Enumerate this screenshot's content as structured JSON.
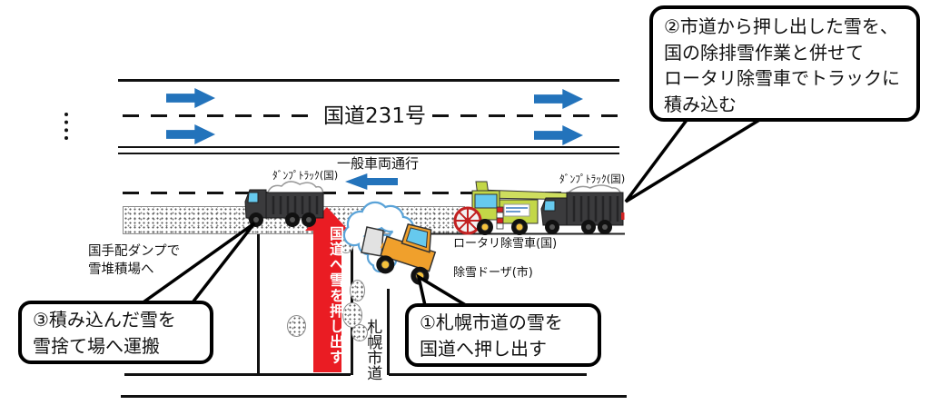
{
  "road": {
    "name": "国道231号",
    "general_traffic": "一般車両通行",
    "city_road": "札幌市道"
  },
  "labels": {
    "dump_truck_left": "ﾀﾞﾝﾌﾟﾄﾗｯｸ(国)",
    "dump_truck_right": "ﾀﾞﾝﾌﾟﾄﾗｯｸ(国)",
    "rotary_plow": "ロータリ除雪車(国)",
    "snow_dozer": "除雪ドーザ(市)",
    "haul_note_line1": "国手配ダンプで",
    "haul_note_line2": "雪堆積場へ",
    "red_arrow_text": "国道へ雪を押し出す"
  },
  "callouts": {
    "step1": {
      "line1": "①札幌市道の雪を",
      "line2": "国道へ押し出す"
    },
    "step2": {
      "line1": "②市道から押し出した雪を、",
      "line2": "国の除排雪作業と併せて",
      "line3": "ロータリ除雪車でトラックに",
      "line4": "積み込む"
    },
    "step3": {
      "line1": "③積み込んだ雪を",
      "line2": "雪捨て場へ運搬"
    }
  },
  "colors": {
    "arrow_blue": "#2373bb",
    "arrow_red": "#ea1c23",
    "plow_green": "#c3d747",
    "dozer_orange": "#f0a02c",
    "truck_dark": "#3b3b3d",
    "window_blue": "#66c9ee",
    "cloud_outline_blue": "#5aa3d8"
  }
}
